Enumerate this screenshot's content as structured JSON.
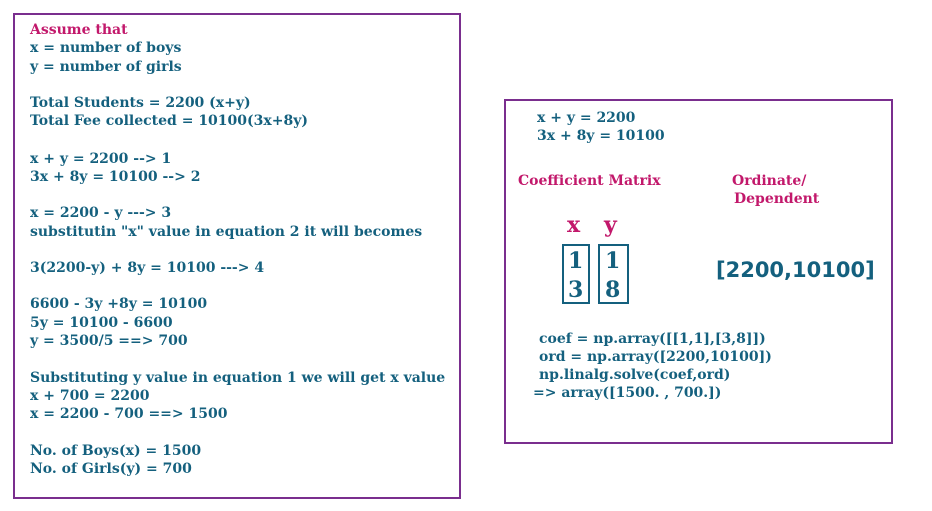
{
  "left": {
    "assume": "Assume that",
    "lines": [
      "x = number of boys",
      "y = number of girls",
      "Total Students = 2200 (x+y)",
      "Total Fee collected = 10100(3x+8y)",
      "x   + y   =  2200    --> 1",
      "3x + 8y  = 10100    --> 2",
      "x =  2200 - y  ---> 3",
      "substitutin \"x\" value in equation 2 it will becomes",
      "3(2200-y) + 8y = 10100 ---> 4",
      "6600 - 3y +8y = 10100",
      "5y = 10100 - 6600",
      "y = 3500/5 ==> 700",
      "Substituting y value in equation 1 we will get x value",
      "x + 700 = 2200",
      "x = 2200 - 700 ==> 1500",
      "No. of Boys(x) = 1500",
      "No. of Girls(y) = 700"
    ]
  },
  "right": {
    "eq1": "x   + y   =  2200",
    "eq2": "3x + 8y  = 10100",
    "coef_label": "Coefficient Matrix",
    "ord_label_1": "Ordinate/",
    "ord_label_2": "Dependent",
    "mat_x": "x",
    "mat_y": "y",
    "m11": "1",
    "m12": "1",
    "m21": "3",
    "m22": "8",
    "ordinate": "[2200,10100]",
    "code": [
      "coef = np.array([[1,1],[3,8]])",
      "ord = np.array([2200,10100])",
      "np.linalg.solve(coef,ord)",
      "=> array([1500. , 700.])"
    ]
  }
}
